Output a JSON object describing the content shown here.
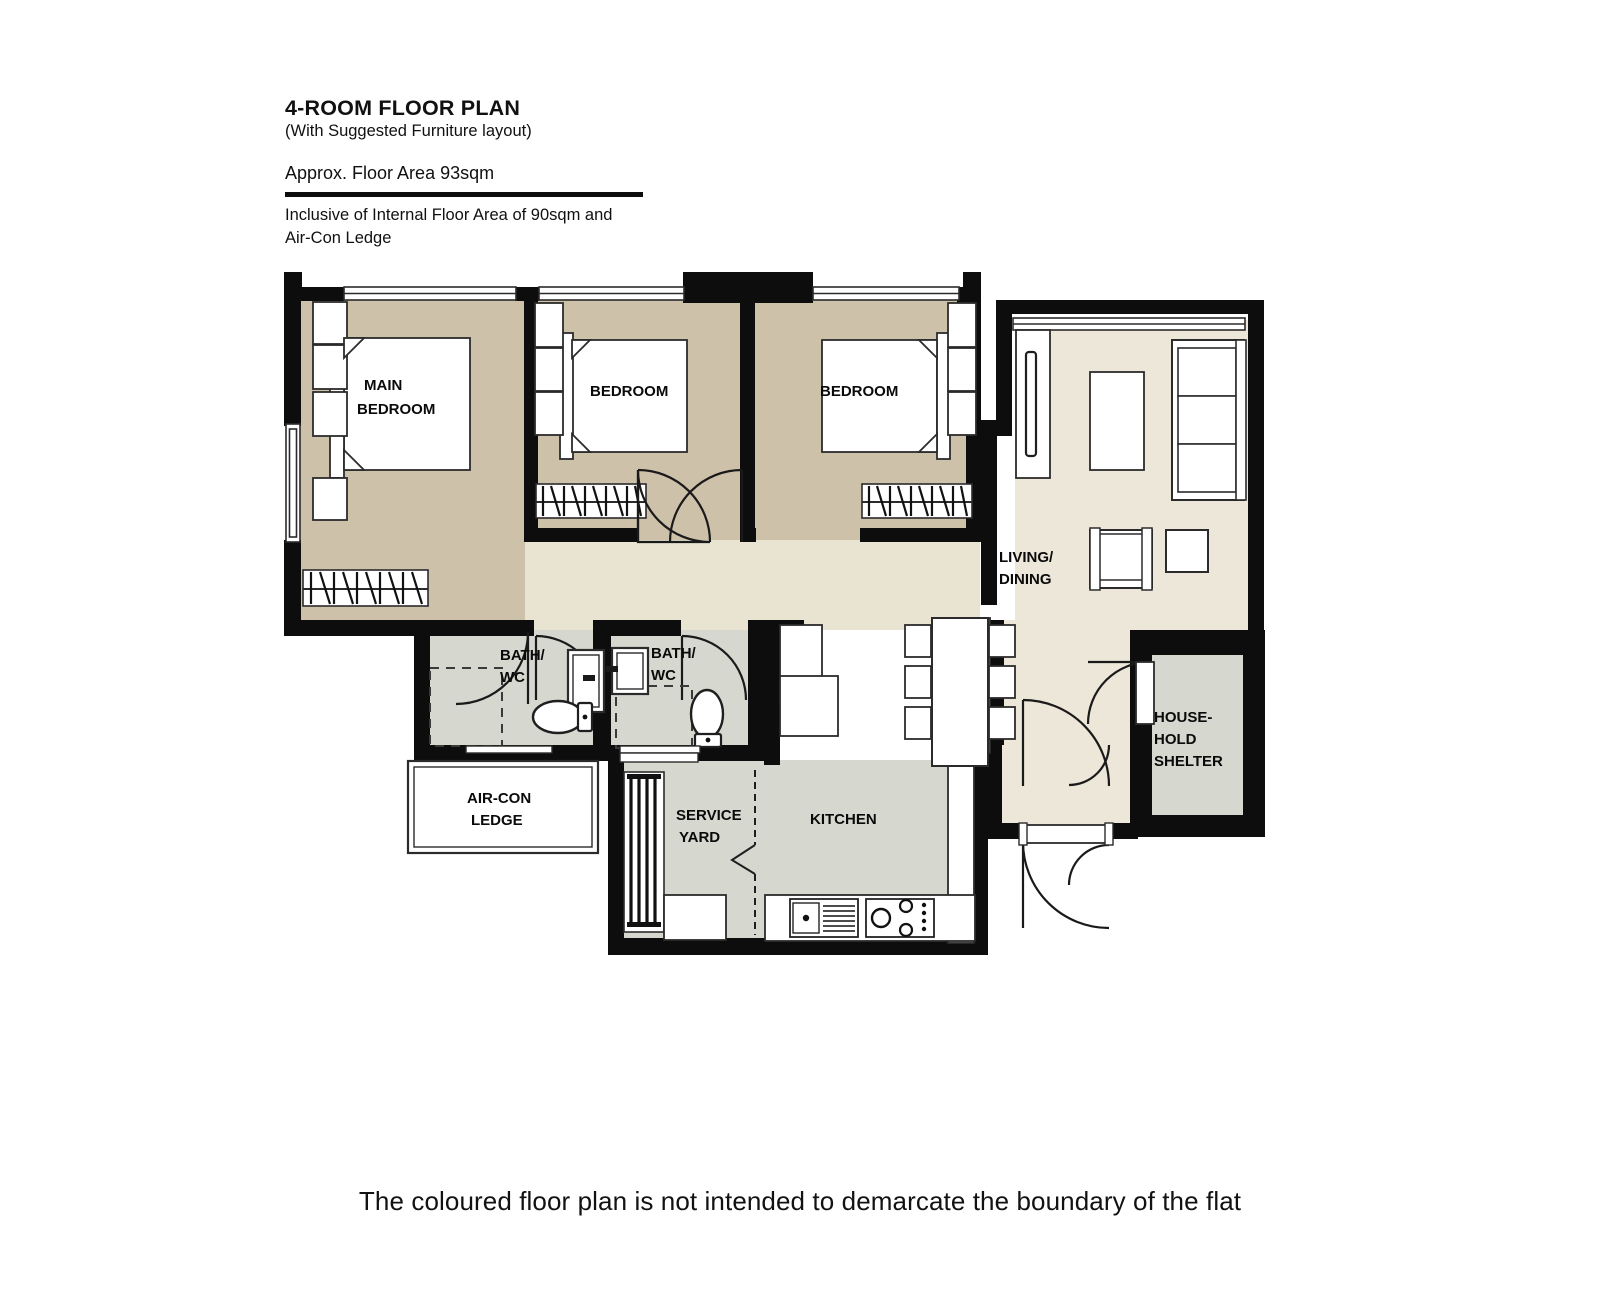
{
  "header": {
    "title": "4-ROOM FLOOR PLAN",
    "subtitle": "(With Suggested Furniture layout)",
    "area_line": "Approx. Floor Area 93sqm",
    "note_line1": "Inclusive of Internal Floor Area of 90sqm and",
    "note_line2": "Air-Con Ledge"
  },
  "footer": {
    "disclaimer": "The coloured floor plan is not intended to demarcate the boundary of the flat"
  },
  "rooms": {
    "main_bedroom_l1": "MAIN",
    "main_bedroom_l2": "BEDROOM",
    "bedroom2": "BEDROOM",
    "bedroom3": "BEDROOM",
    "living_l1": "LIVING/",
    "living_l2": "DINING",
    "bath1_l1": "BATH/",
    "bath1_l2": "WC",
    "bath2_l1": "BATH/",
    "bath2_l2": "WC",
    "aircon_l1": "AIR-CON",
    "aircon_l2": "LEDGE",
    "service_l1": "SERVICE",
    "service_l2": "YARD",
    "kitchen": "KITCHEN",
    "shelter_l1": "HOUSE-",
    "shelter_l2": "HOLD",
    "shelter_l3": "SHELTER"
  },
  "colors": {
    "wall": "#0d0d0d",
    "bedroom_fill": "#cdc1aa",
    "living_fill": "#ece7d8",
    "wet_fill": "#d6d8d0",
    "shelter_fill": "#d6d8d0",
    "furniture_stroke": "#2b2b2b",
    "furniture_fill": "#ffffff",
    "background": "#ffffff"
  }
}
